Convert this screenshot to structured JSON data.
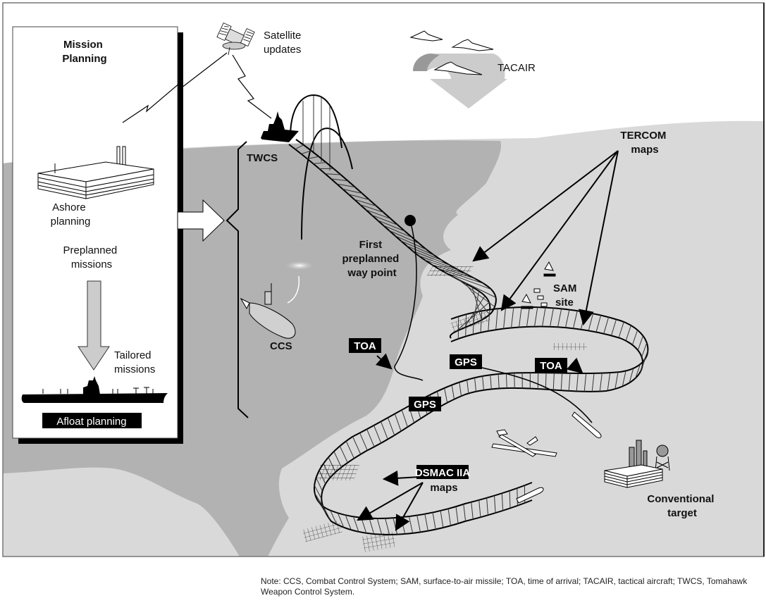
{
  "labels": {
    "mission_planning": [
      "Mission",
      "Planning"
    ],
    "satellite_updates": [
      "Satellite",
      "updates"
    ],
    "tacair": "TACAIR",
    "twcs": "TWCS",
    "ashore_planning": [
      "Ashore",
      "planning"
    ],
    "preplanned_missions": [
      "Preplanned",
      "missions"
    ],
    "tailored_missions": [
      "Tailored",
      "missions"
    ],
    "afloat_planning": "Afloat planning",
    "ccs": "CCS",
    "first_waypoint": [
      "First",
      "preplanned",
      "way point"
    ],
    "tercom_maps": [
      "TERCOM",
      "maps"
    ],
    "sam_site": [
      "SAM",
      "site"
    ],
    "toa_left": "TOA",
    "toa_right": "TOA",
    "gps_upper": "GPS",
    "gps_lower": "GPS",
    "dsmac": "DSMAC IIA",
    "dsmac_maps": "maps",
    "conventional_target": [
      "Conventional",
      "target"
    ]
  },
  "note": "Note: CCS, Combat Control System; SAM, surface-to-air missile; TOA, time of arrival; TACAIR, tactical aircraft; TWCS, Tomahawk Weapon Control System.",
  "colors": {
    "sea": "#b2b2b2",
    "land": "#d9d9d9",
    "sky": "#ffffff",
    "ink": "#000000",
    "arrow_fill": "#cccccc"
  }
}
